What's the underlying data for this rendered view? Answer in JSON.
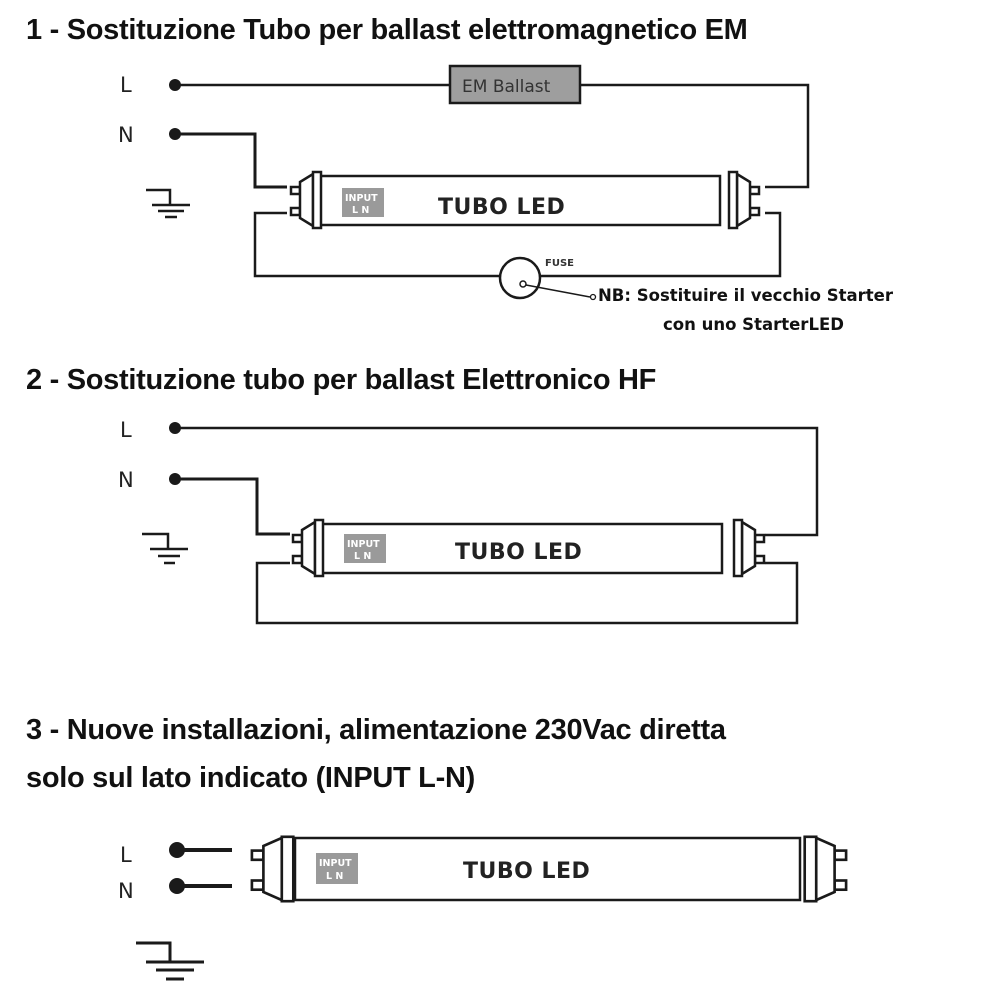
{
  "sections": [
    {
      "title": "1 - Sostituzione Tubo per ballast elettromagnetico EM",
      "labels": {
        "line": "L",
        "neutral": "N"
      },
      "tube_label": "TUBO LED",
      "input_badge": {
        "line1": "INPUT",
        "line2": "L  N"
      },
      "ballast_label": "EM Ballast",
      "fuse_label": "FUSE",
      "note": {
        "line1": "NB: Sostituire il vecchio Starter",
        "line2": "con uno StarterLED"
      }
    },
    {
      "title": "2 - Sostituzione tubo per ballast Elettronico HF",
      "labels": {
        "line": "L",
        "neutral": "N"
      },
      "tube_label": "TUBO LED",
      "input_badge": {
        "line1": "INPUT",
        "line2": "L  N"
      }
    },
    {
      "title_line1": "3 - Nuove installazioni, alimentazione 230Vac diretta",
      "title_line2": "solo sul lato indicato (INPUT  L-N)",
      "labels": {
        "line": "L",
        "neutral": "N"
      },
      "tube_label": "TUBO LED",
      "input_badge": {
        "line1": "INPUT",
        "line2": "L  N"
      }
    }
  ],
  "colors": {
    "wire": "#1a1a1a",
    "ballast_fill": "#9e9e9e",
    "input_badge_fill": "#9a9a9a",
    "text": "#111111"
  }
}
